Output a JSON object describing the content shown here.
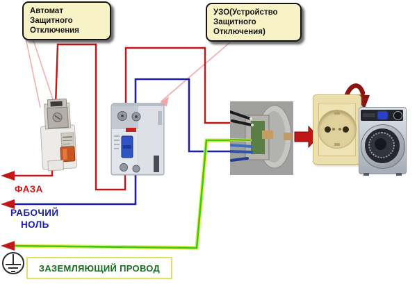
{
  "callouts": {
    "breaker_box": "Автомат\nЗащитного\nОтключения",
    "rcd_box": "УЗО(Устройство\nЗащитного\nОтключения)"
  },
  "labels": {
    "phase": "ФАЗА",
    "neutral_line1": "РАБОЧИЙ",
    "neutral_line2": "НОЛЬ",
    "ground": "ЗАЗЕМЛЯЮЩИЙ ПРОВОД"
  },
  "colors": {
    "phase_wire": "#c11616",
    "neutral_wire": "#1d1da8",
    "ground_wire": "#3ec814",
    "ground_wire_halo": "#e6ef5a",
    "callout_line": "#f0b0b0",
    "left_arrowhead": "#c11616",
    "flow_arrow": "#c11616",
    "curved_arrow": "#8e1410",
    "label_box_bg": "#f7f3c6",
    "label_box_border": "#141414",
    "phase_text": "#cc1414",
    "neutral_text": "#1d1da8",
    "ground_text": "#176b1e",
    "ground_box_border": "#dfe45f"
  },
  "icons": {
    "ground_symbol": "earth-ground",
    "flow_arrow": "right-block-arrow",
    "rotate_arrow": "curved-down-arrow",
    "line_arrowheads": "left-arrowhead"
  }
}
